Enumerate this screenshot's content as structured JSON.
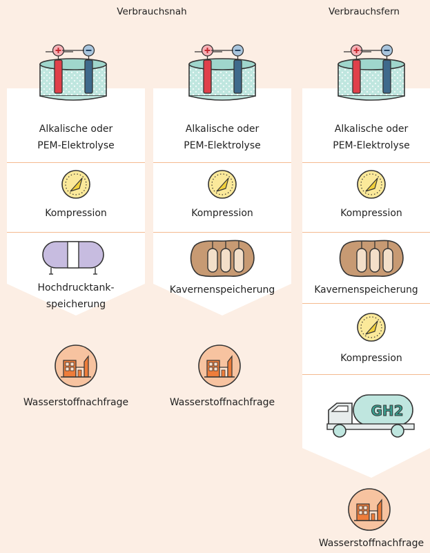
{
  "headers": {
    "near": "Verbrauchsnah",
    "far": "Verbrauchsfern"
  },
  "columns": [
    {
      "steps": [
        {
          "label": "Alkalische oder\nPEM-Elektrolyse",
          "icon": "electrolysis-icon"
        },
        {
          "label": "Kompression",
          "icon": "gauge-icon"
        },
        {
          "label": "Hochdrucktank-\nspeicherung",
          "icon": "pressure-tank-icon"
        }
      ],
      "demand": "Wasserstoffnachfrage"
    },
    {
      "steps": [
        {
          "label": "Alkalische oder\nPEM-Elektrolyse",
          "icon": "electrolysis-icon"
        },
        {
          "label": "Kompression",
          "icon": "gauge-icon"
        },
        {
          "label": "Kavernenspeicherung",
          "icon": "cavern-icon"
        }
      ],
      "demand": "Wasserstoffnachfrage"
    },
    {
      "steps": [
        {
          "label": "Alkalische oder\nPEM-Elektrolyse",
          "icon": "electrolysis-icon"
        },
        {
          "label": "Kompression",
          "icon": "gauge-icon"
        },
        {
          "label": "Kavernenspeicherung",
          "icon": "cavern-icon"
        },
        {
          "label": "Kompression",
          "icon": "gauge-icon"
        },
        {
          "label": "",
          "icon": "truck-icon",
          "truck_text": "GH2"
        }
      ],
      "demand": "Wasserstoffnachfrage"
    }
  ],
  "electrode_signs": {
    "plus": "+",
    "minus": "−"
  },
  "colors": {
    "background": "#fceee4",
    "panel": "#ffffff",
    "separator": "#f4b98e",
    "anode": "#e0404a",
    "cathode": "#3f6a8c",
    "electrolyte": "#bfe6df",
    "gauge": "#fbe99a",
    "tank": "#c7bce0",
    "cavern": "#c79a73",
    "truck": "#bfe6df",
    "factory": "#f7c3a0"
  }
}
